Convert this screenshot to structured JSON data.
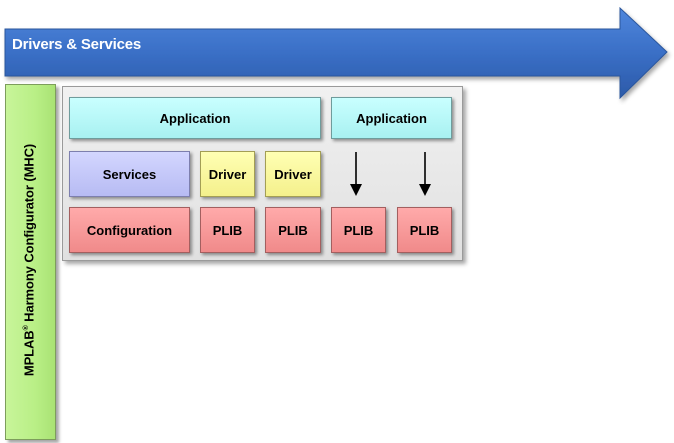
{
  "title_arrow": {
    "label": "Drivers & Services",
    "color": "#3a6fc6"
  },
  "mhc": {
    "label_pre": "MPLAB",
    "label_sup": "®",
    "label_post": " Harmony Configurator (MHC)"
  },
  "colors": {
    "application": "#b8f8f8",
    "services": "#c6c9fb",
    "driver": "#f9f7a0",
    "plib": "#f59a9a",
    "mhc": "#b9ef86"
  },
  "stack": {
    "application_left": "Application",
    "application_right": "Application",
    "services": "Services",
    "driver_1": "Driver",
    "driver_2": "Driver",
    "configuration": "Configuration",
    "plib_1": "PLIB",
    "plib_2": "PLIB",
    "plib_3": "PLIB",
    "plib_4": "PLIB"
  }
}
